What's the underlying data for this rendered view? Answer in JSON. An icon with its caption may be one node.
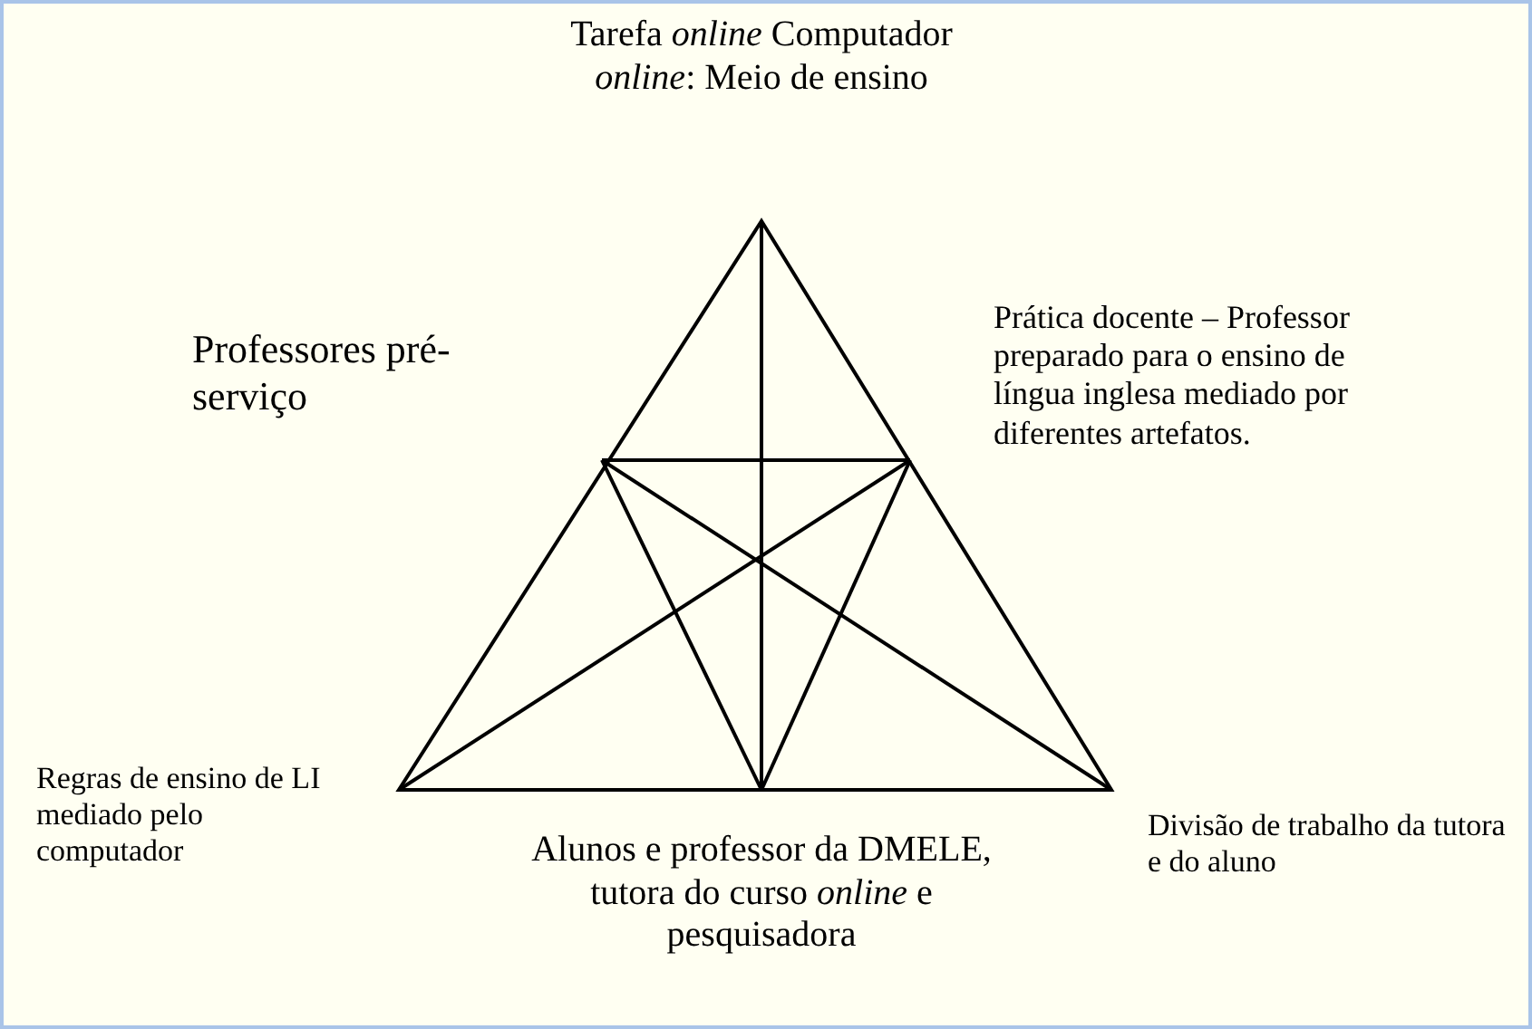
{
  "diagram": {
    "labels": [
      "Tarefa *online* Computador *online*: Meio de ensino",
      "Professores pré-serviço",
      "Prática docente – Professor preparado para o ensino de língua inglesa mediado por diferentes artefatos.",
      "Regras de ensino de LI mediado pelo computador",
      "Alunos e professor da DMELE, tutora do curso *online* e pesquisadora",
      "Divisão de trabalho da tutora e do aluno"
    ]
  }
}
